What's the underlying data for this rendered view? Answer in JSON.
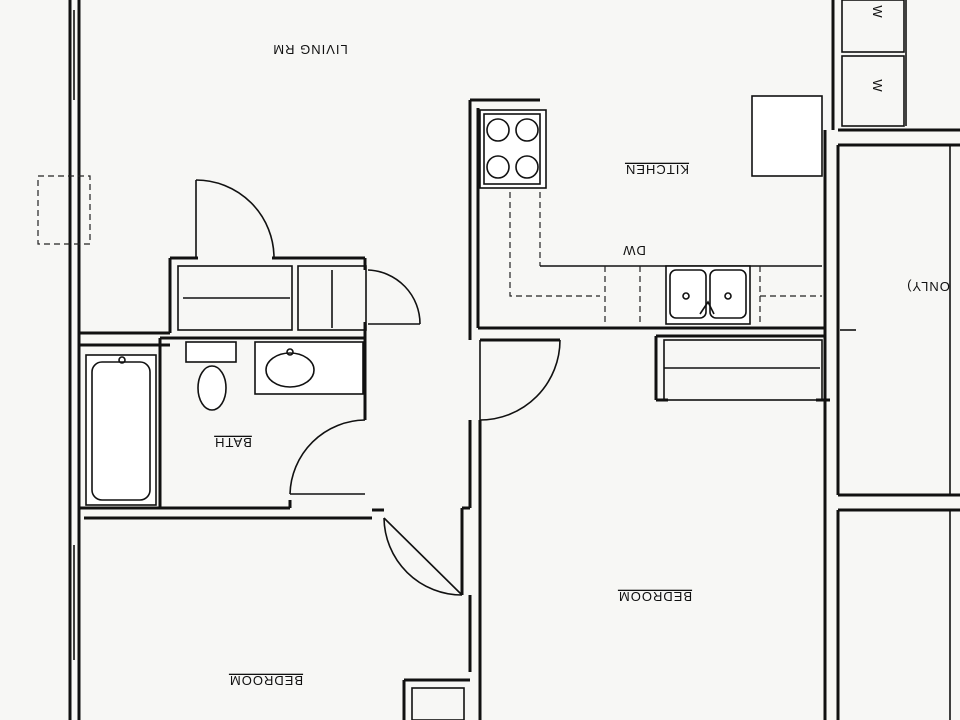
{
  "rooms": {
    "living": "LIVING RM",
    "kitchen": "KITCHEN",
    "dishwasher": "DW",
    "bath": "BATH",
    "bedroom_left": "BEDROOM",
    "bedroom_right": "BEDROOM",
    "right_fragment": "ONLY)",
    "cabinet_mark_1": "W",
    "cabinet_mark_2": "W"
  },
  "orientation": "upside-down scan"
}
